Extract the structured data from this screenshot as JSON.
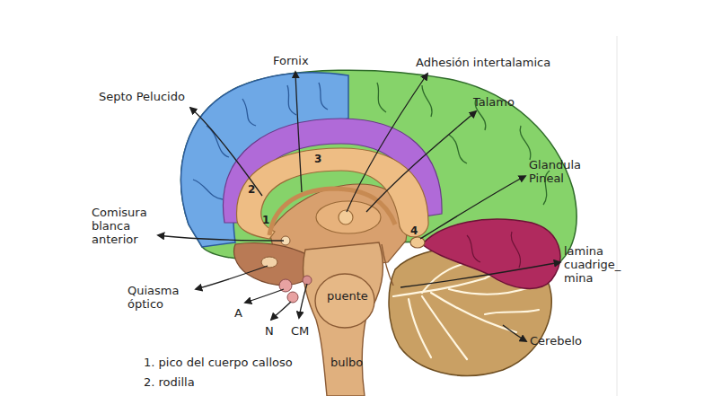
{
  "diagram": {
    "labels": [
      "Fornix",
      "Adhesión intertalamica",
      "Septo Pelucido",
      "Talamo",
      "Glandula Pineal",
      "Comisura blanca anterior",
      "lamina cuadrige_ mina",
      "Quiasma óptico",
      "A",
      "N",
      "CM",
      "puente",
      "bulbo",
      "Cerebelo",
      "1. pico del cuerpo calloso",
      "2. rodilla",
      "3",
      "2",
      "4",
      "1"
    ]
  }
}
